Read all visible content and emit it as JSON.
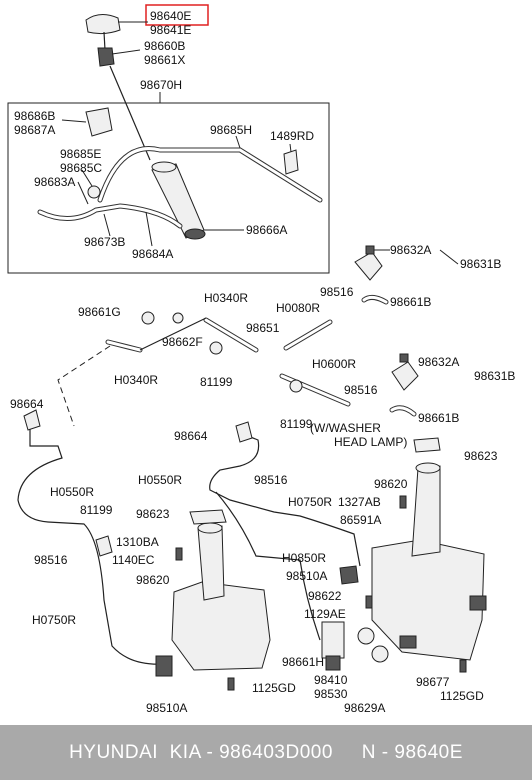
{
  "highlight": {
    "color": "#e02020"
  },
  "labels": {
    "p98640E": "98640E",
    "p98641E": "98641E",
    "p98660B": "98660B",
    "p98661X": "98661X",
    "p98670H": "98670H",
    "p98686B": "98686B",
    "p98687A": "98687A",
    "p98685H": "98685H",
    "p1489RD": "1489RD",
    "p98685E": "98685E",
    "p98685C": "98685C",
    "p98683A": "98683A",
    "p98673B": "98673B",
    "p98684A": "98684A",
    "p98666A": "98666A",
    "p98632A_1": "98632A",
    "p98631B_1": "98631B",
    "p98661G": "98661G",
    "pH0340R_1": "H0340R",
    "p98516_1": "98516",
    "p98661B_1": "98661B",
    "pH0080R": "H0080R",
    "p98651": "98651",
    "p98662F": "98662F",
    "pH0340R_2": "H0340R",
    "p81199_1": "81199",
    "pH0600R": "H0600R",
    "p98632A_2": "98632A",
    "p98631B_2": "98631B",
    "p98516_2": "98516",
    "p98661B_2": "98661B",
    "p81199_2": "81199",
    "p98664_1": "98664",
    "p98664_2": "98664",
    "pwasher1": "(W/WASHER",
    "pwasher2": "HEAD LAMP)",
    "p98623_1": "98623",
    "p98620_1": "98620",
    "pH0550R_1": "H0550R",
    "pH0550R_2": "H0550R",
    "p98516_3": "98516",
    "pH0750R_1": "H0750R",
    "p1327AB": "1327AB",
    "p86591A": "86591A",
    "p81199_3": "81199",
    "p98623_2": "98623",
    "p1310BA": "1310BA",
    "p1140EC": "1140EC",
    "p98516_4": "98516",
    "pH0850R": "H0850R",
    "p98510A_1": "98510A",
    "p98620_2": "98620",
    "p98622": "98622",
    "p1129AE": "1129AE",
    "pH0750R_2": "H0750R",
    "p98661H": "98661H",
    "p98410": "98410",
    "p98530": "98530",
    "p98677": "98677",
    "p1125GD_1": "1125GD",
    "p98629A": "98629A",
    "p98510A_2": "98510A",
    "p1125GD_2": "1125GD"
  },
  "footer": {
    "text": "HYUNDAI  KIA - 986403D000     N - 98640E"
  }
}
